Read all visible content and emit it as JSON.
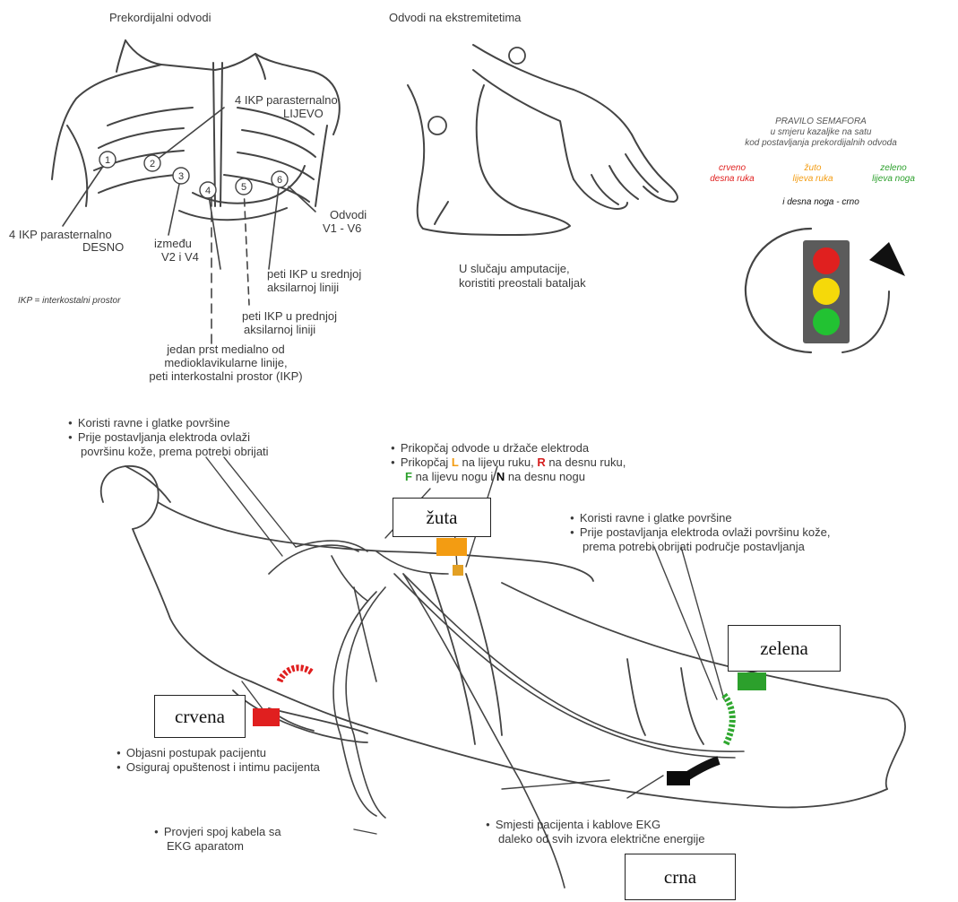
{
  "top": {
    "precordial_title": "Prekordijalni odvodi",
    "limb_title": "Odvodi na ekstremitetima",
    "lead_4ikp_left_l1": "4 IKP parasternalno",
    "lead_4ikp_left_l2": "LIJEVO",
    "lead_4ikp_right_l1": "4 IKP parasternalno",
    "lead_4ikp_right_l2": "DESNO",
    "between_l1": "između",
    "between_l2": "V2 i V4",
    "leads_l1": "Odvodi",
    "leads_l2": "V1 - V6",
    "peti_mid_l1": "peti IKP u srednjoj",
    "peti_mid_l2": "aksilarnoj liniji",
    "ikp_def": "IKP = interkostalni prostor",
    "peti_front_l1": "peti IKP u prednjoj",
    "peti_front_l2": "aksilarnoj liniji",
    "finger_l1": "jedan prst medialno od",
    "finger_l2": "medioklavikularne linije,",
    "finger_l3": "peti interkostalni prostor (IKP)",
    "amput_l1": "U slučaju amputacije,",
    "amput_l2": "koristiti preostali bataljak",
    "electrodes": [
      "1",
      "2",
      "3",
      "4",
      "5",
      "6"
    ]
  },
  "semafor": {
    "title": "PRAVILO SEMAFORA",
    "sub1": "u smjeru kazaljke na satu",
    "sub2": "kod postavljanja prekordijalnih odvoda",
    "red_l1": "crveno",
    "red_l2": "desna ruka",
    "yellow_l1": "žuto",
    "yellow_l2": "lijeva ruka",
    "green_l1": "zeleno",
    "green_l2": "lijeva noga",
    "black_line": "i desna noga - crno",
    "colors": {
      "red": "#e0201f",
      "yellow": "#f5d90a",
      "green": "#22c232",
      "housing": "#555555",
      "orange": "#f39c12"
    }
  },
  "bottom": {
    "note_top_left_1": "Koristi ravne i glatke površine",
    "note_top_left_2a": "Prije postavljanja elektroda ovlaži",
    "note_top_left_2b": "površinu kože, prema potrebi obrijati",
    "note_mid_1": "Prikopčaj odvode u držače elektroda",
    "note_mid_2_pre": "Prikopčaj ",
    "note_mid_2_L": "L",
    "note_mid_2_mid": " na lijevu ruku, ",
    "note_mid_2_R": "R",
    "note_mid_2_post": " na desnu ruku,",
    "note_mid_3_F": "F",
    "note_mid_3_mid": " na lijevu nogu i ",
    "note_mid_3_N": "N",
    "note_mid_3_post": " na desnu nogu",
    "note_right_1": "Koristi ravne i glatke površine",
    "note_right_2a": "Prije postavljanja elektroda ovlaži površinu kože,",
    "note_right_2b": "prema potrebi obrijati područje postavljanja",
    "note_left_1": "Objasni postupak pacijentu",
    "note_left_2": "Osiguraj opuštenost i intimu pacijenta",
    "note_cable_1": "Provjeri spoj kabela sa",
    "note_cable_2": "EKG aparatom",
    "note_place_1": "Smjesti pacijenta i kablove EKG",
    "note_place_2": "daleko od svih izvora električne energije",
    "label_zuta": "žuta",
    "label_crvena": "crvena",
    "label_zelena": "zelena",
    "label_crna": "crna"
  }
}
